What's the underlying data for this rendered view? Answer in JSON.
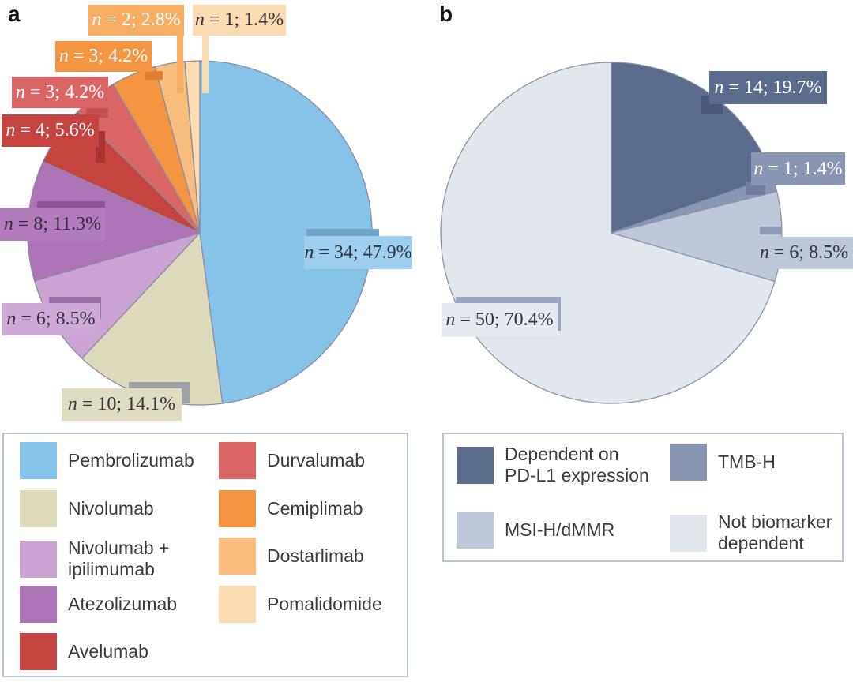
{
  "panels": {
    "a": "a",
    "b": "b"
  },
  "chart_data": [
    {
      "id": "a",
      "type": "pie",
      "label_prefix": "n",
      "stroke": "#8B8BA3",
      "legend_position": "bottom-left box, two columns",
      "slices": [
        {
          "name": "Pembrolizumab",
          "n": 34,
          "pct": 47.9,
          "color": "#85C4E8",
          "label_bg": "#9DD0EE",
          "label_fg": "#33333B",
          "tick_color": "#6FA3C8"
        },
        {
          "name": "Nivolumab",
          "n": 10,
          "pct": 14.1,
          "color": "#DDDABC",
          "label_bg": "#DFDCC3",
          "label_fg": "#33333B",
          "tick_color": "#9FA3A7"
        },
        {
          "name": "Nivolumab + ipilimumab",
          "n": 6,
          "pct": 8.5,
          "color": "#C9A4D2",
          "label_bg": "#CDA9D6",
          "label_fg": "#33333B",
          "tick_color": "#9C6FA8"
        },
        {
          "name": "Atezolizumab",
          "n": 8,
          "pct": 11.3,
          "color": "#AC74B7",
          "label_bg": "#B27BBC",
          "label_fg": "#2E2E36",
          "tick_color": "#8A5795"
        },
        {
          "name": "Avelumab",
          "n": 4,
          "pct": 5.6,
          "color": "#C5443F",
          "label_bg": "#C5443F",
          "label_fg": "#FFFFFF",
          "tick_color": "#A83330"
        },
        {
          "name": "Durvalumab",
          "n": 3,
          "pct": 4.2,
          "color": "#D96665",
          "label_bg": "#D96665",
          "label_fg": "#FFFFFF",
          "tick_color": "#C25253"
        },
        {
          "name": "Cemiplimab",
          "n": 3,
          "pct": 4.2,
          "color": "#F49542",
          "label_bg": "#F49542",
          "label_fg": "#FFFFFF",
          "tick_color": "#DE8030"
        },
        {
          "name": "Dostarlimab",
          "n": 2,
          "pct": 2.8,
          "color": "#F9BD7D",
          "label_bg": "#F7AE63",
          "label_fg": "#FFFFFF",
          "tick_color": "#F7AE63"
        },
        {
          "name": "Pomalidomide",
          "n": 1,
          "pct": 1.4,
          "color": "#FBDCB2",
          "label_bg": "#FBDCB2",
          "label_fg": "#33333B",
          "tick_color": "#FBDCB2"
        }
      ],
      "legend_columns": [
        [
          {
            "label": "Pembrolizumab",
            "color": "#85C4E8"
          },
          {
            "label": "Nivolumab",
            "color": "#DDDABC"
          },
          {
            "label": "Nivolumab +\nipilimumab",
            "color": "#C9A4D2"
          },
          {
            "label": "Atezolizumab",
            "color": "#AC74B7"
          },
          {
            "label": "Avelumab",
            "color": "#C5443F"
          }
        ],
        [
          {
            "label": "Durvalumab",
            "color": "#D96665"
          },
          {
            "label": "Cemiplimab",
            "color": "#F49542"
          },
          {
            "label": "Dostarlimab",
            "color": "#F9BD7D"
          },
          {
            "label": "Pomalidomide",
            "color": "#FBDCB2"
          }
        ]
      ]
    },
    {
      "id": "b",
      "type": "pie",
      "label_prefix": "n",
      "stroke": "#8A94A8",
      "legend_position": "bottom-right box, two columns",
      "slices": [
        {
          "name": "Dependent on PD-L1 expression",
          "n": 14,
          "pct": 19.7,
          "color": "#5A6B8C",
          "label_bg": "#5A6B8C",
          "label_fg": "#FFFFFF",
          "tick_color": "#49587A"
        },
        {
          "name": "TMB-H",
          "n": 1,
          "pct": 1.4,
          "color": "#8B96B2",
          "label_bg": "#8B96B2",
          "label_fg": "#FFFFFF",
          "tick_color": "#717E9E"
        },
        {
          "name": "MSI-H/dMMR",
          "n": 6,
          "pct": 8.5,
          "color": "#BFC8D8",
          "label_bg": "#BFC8D8",
          "label_fg": "#33333B",
          "tick_color": "#8E9AB6"
        },
        {
          "name": "Not biomarker dependent",
          "n": 50,
          "pct": 70.4,
          "color": "#E2E7EE",
          "label_bg": "#E6EAF0",
          "label_fg": "#33333B",
          "tick_color": "#9AA6C0"
        }
      ],
      "legend_columns": [
        [
          {
            "label": "Dependent on\nPD-L1 expression",
            "color": "#5A6B8C"
          },
          {
            "label": "MSI-H/dMMR",
            "color": "#BFC8D8"
          }
        ],
        [
          {
            "label": "TMB-H",
            "color": "#8B96B2"
          },
          {
            "label": "Not biomarker\ndependent",
            "color": "#E2E7EE"
          }
        ]
      ]
    }
  ]
}
